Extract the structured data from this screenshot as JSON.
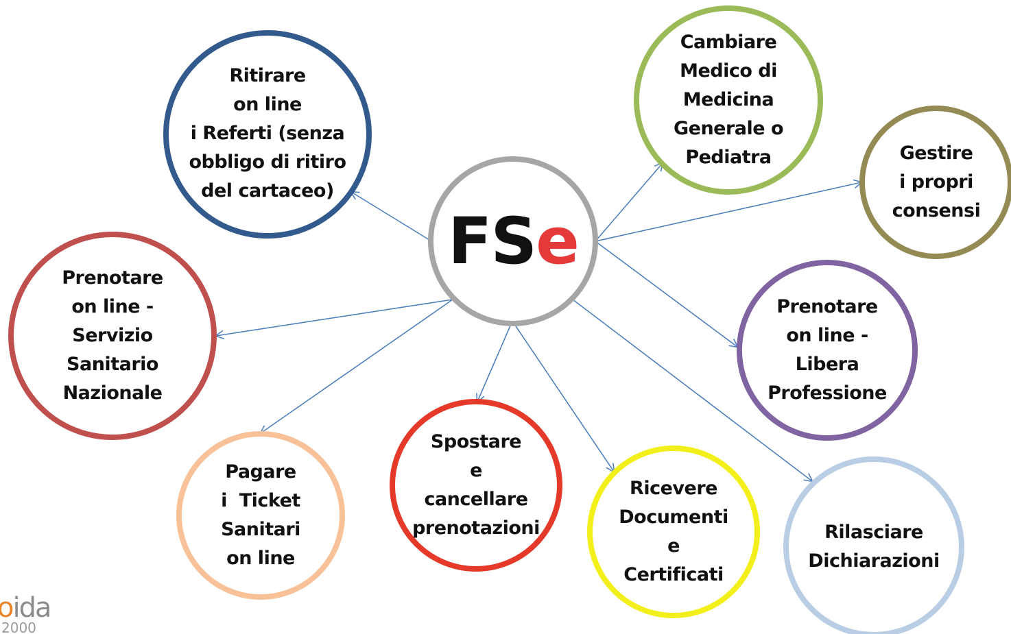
{
  "center": {
    "label_main": "FS",
    "label_accent": "e",
    "accent_color": "#e43a3a",
    "ring_color": "#a6a6a6"
  },
  "nodes": [
    {
      "id": "ritirare-referti",
      "lines": [
        "Ritirare",
        "on line",
        "i Referti (senza",
        "obbligo di ritiro",
        "del cartaceo)"
      ],
      "color": "#335a8c"
    },
    {
      "id": "prenotare-ssn",
      "lines": [
        "Prenotare",
        "on line -",
        "Servizio",
        "Sanitario",
        "Nazionale"
      ],
      "color": "#c0504d"
    },
    {
      "id": "pagare-ticket",
      "lines": [
        "Pagare",
        "i  Ticket",
        "Sanitari",
        "on line"
      ],
      "color": "#f9c197"
    },
    {
      "id": "spostare-prenotazioni",
      "lines": [
        "Spostare",
        "e",
        "cancellare",
        "prenotazioni"
      ],
      "color": "#e53a2a"
    },
    {
      "id": "ricevere-documenti",
      "lines": [
        "Ricevere",
        "Documenti",
        "e",
        "Certificati"
      ],
      "color": "#f2ef1a"
    },
    {
      "id": "rilasciare-dichiarazioni",
      "lines": [
        "Rilasciare",
        "Dichiarazioni"
      ],
      "color": "#b9cde5"
    },
    {
      "id": "prenotare-libera-professione",
      "lines": [
        "Prenotare",
        "on line -",
        "Libera",
        "Professione"
      ],
      "color": "#8064a2"
    },
    {
      "id": "gestire-consensi",
      "lines": [
        "Gestire",
        "i propri",
        "consensi"
      ],
      "color": "#948a54"
    },
    {
      "id": "cambiare-medico",
      "lines": [
        "Cambiare",
        "Medico di",
        "Medicina",
        "Generale o",
        "Pediatra"
      ],
      "color": "#9bbb59"
    }
  ],
  "arrow_color": "#4f81bd",
  "logo": {
    "text_prefix": "",
    "text_o": "o",
    "text_rest": "ida",
    "year": "2000"
  }
}
